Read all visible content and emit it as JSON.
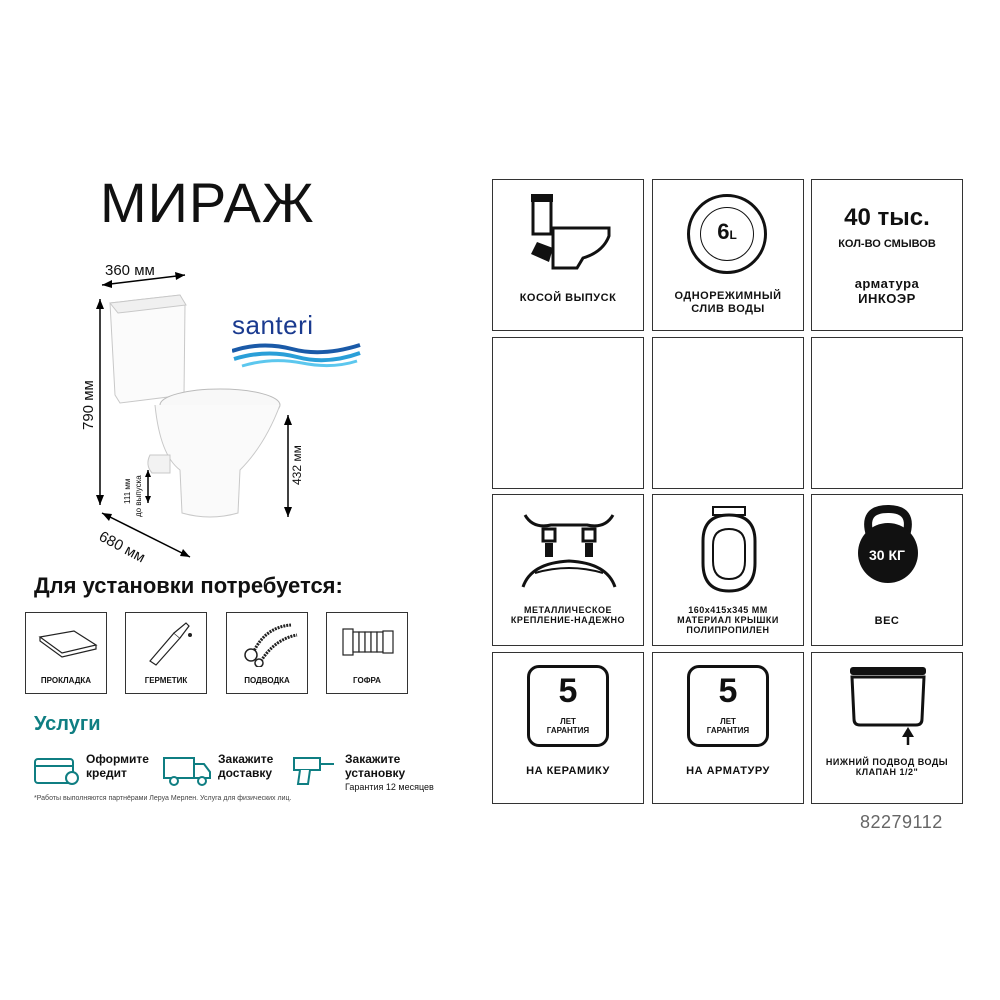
{
  "title": "МИРАЖ",
  "dimensions": {
    "width": "360 мм",
    "height": "790 мм",
    "depth": "680 мм",
    "bowl_height": "432 мм",
    "outlet_height": "111 мм",
    "outlet_caption": "до выпуска"
  },
  "brand": {
    "name": "santeri"
  },
  "requirements": {
    "title": "Для установки потребуется:",
    "items": [
      {
        "label": "ПРОКЛАДКА",
        "icon": "gasket-icon"
      },
      {
        "label": "ГЕРМЕТИК",
        "icon": "sealant-tube-icon"
      },
      {
        "label": "ПОДВОДКА",
        "icon": "flex-hose-icon"
      },
      {
        "label": "ГОФРА",
        "icon": "corrugated-pipe-icon"
      }
    ]
  },
  "services": {
    "title": "Услуги",
    "items": [
      {
        "label": "Оформите кредит",
        "icon": "credit-card-icon"
      },
      {
        "label": "Закажите доставку",
        "icon": "delivery-truck-icon"
      },
      {
        "label": "Закажите установку",
        "sub": "Гарантия 12 месяцев",
        "icon": "drill-icon"
      }
    ],
    "footnote": "*Работы выполняются партнёрами Леруа Мерлен. Услуга для физических лиц."
  },
  "features": {
    "oblique_outlet": "КОСОЙ ВЫПУСК",
    "flush_badge": "6",
    "flush_badge_unit": "L",
    "flush_mode": "ОДНОРЕЖИМНЫЙ СЛИВ ВОДЫ",
    "flush_count": "40 тыс.",
    "flush_count_label": "КОЛ-ВО СМЫВОВ",
    "fittings_label": "арматура",
    "fittings_brand": "ИНКОЭР",
    "mount": "МЕТАЛЛИЧЕСКОЕ КРЕПЛЕНИЕ-НАДЕЖНО",
    "lid_size": "160х415х345 ММ",
    "lid_material": "МАТЕРИАЛ КРЫШКИ ПОЛИПРОПИЛЕН",
    "weight_badge": "30 КГ",
    "weight_label": "ВЕС",
    "warranty_ceramic_years": "5",
    "warranty_ceramic_word": "ЛЕТ ГАРАНТИЯ",
    "warranty_ceramic_label": "НА КЕРАМИКУ",
    "warranty_fittings_years": "5",
    "warranty_fittings_word": "ЛЕТ ГАРАНТИЯ",
    "warranty_fittings_label": "НА АРМАТУРУ",
    "water_inlet": "НИЖНИЙ ПОДВОД ВОДЫ КЛАПАН 1/2\""
  },
  "product_code": "82279112"
}
